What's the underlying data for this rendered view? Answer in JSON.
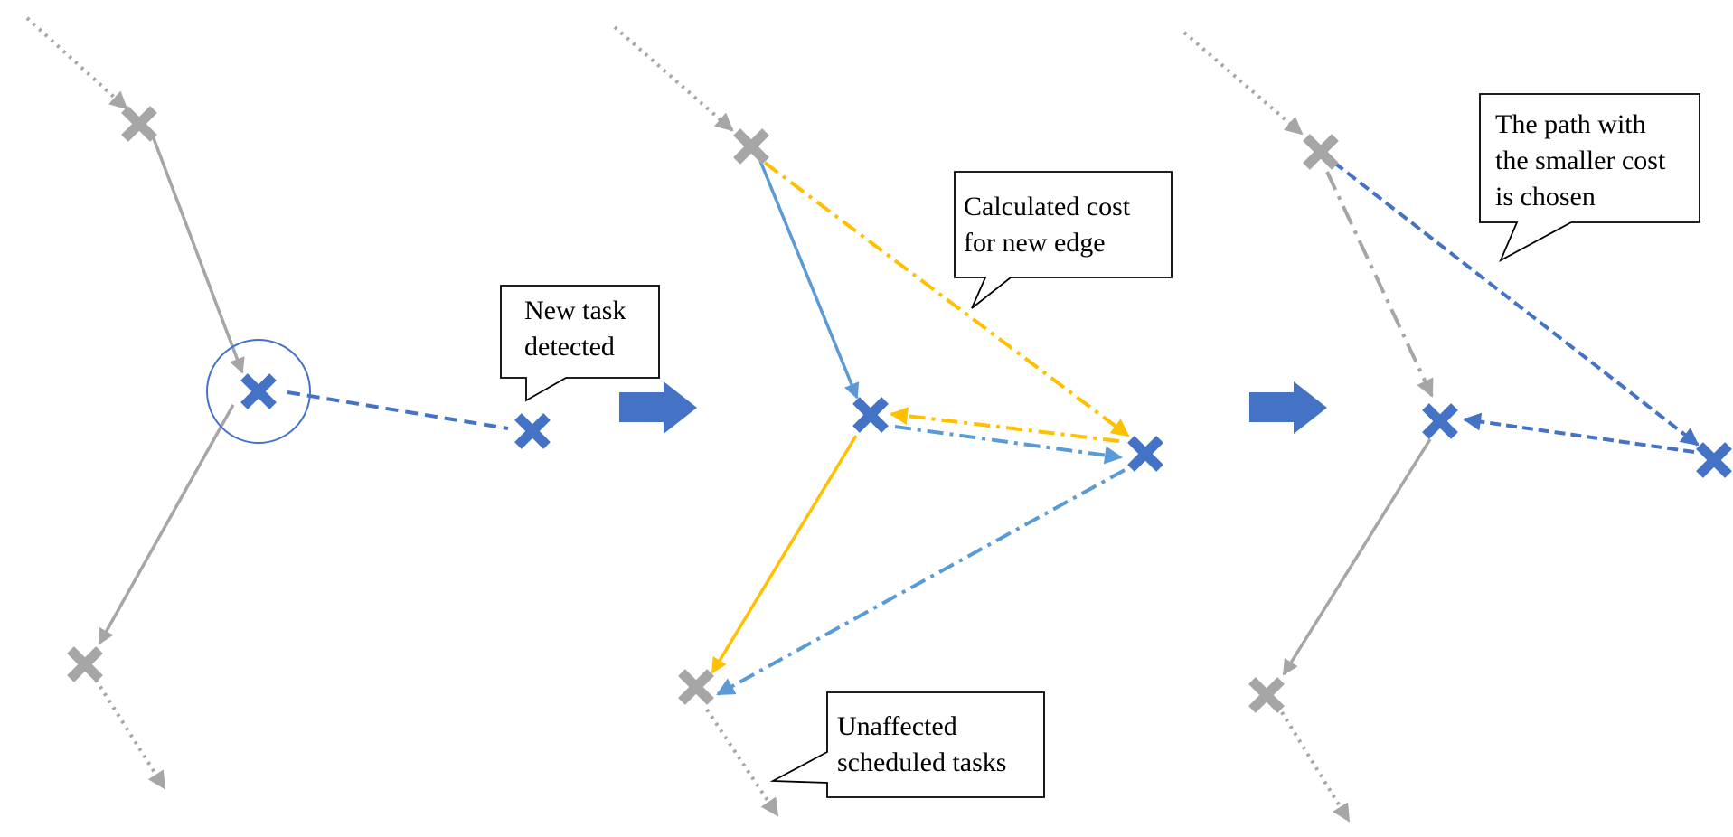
{
  "colors": {
    "gray": "#A6A6A6",
    "dark_blue": "#4472C4",
    "light_blue": "#5B9BD5",
    "orange": "#FFC000",
    "callout_border": "#000000"
  },
  "icons": {
    "scheduled_task": "x-mark-icon (gray)",
    "new_task": "x-mark-icon (blue)",
    "step_arrow": "block-arrow-right-icon"
  },
  "callouts": {
    "new_task": [
      "New task",
      "detected"
    ],
    "calculated_cost": [
      "Calculated cost",
      "for new edge"
    ],
    "unaffected": [
      "Unaffected",
      "scheduled tasks"
    ],
    "smaller_cost": [
      "The path with",
      "the smaller cost",
      "is chosen"
    ]
  }
}
